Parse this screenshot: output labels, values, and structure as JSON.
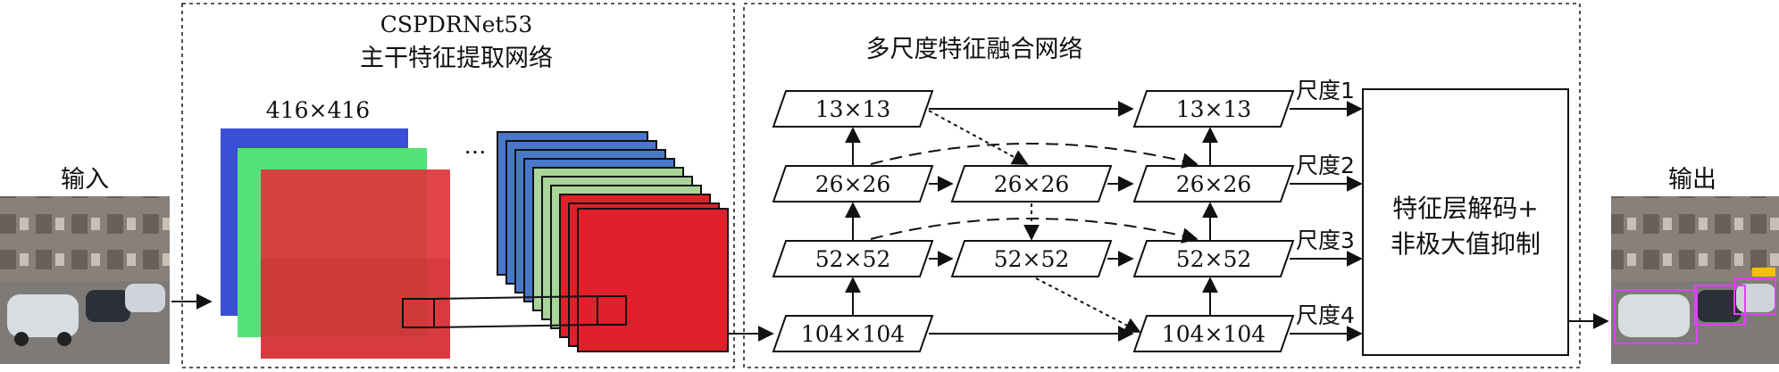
{
  "input_label": "输入",
  "output_label": "输出",
  "backbone": {
    "title_line1": "CSPDRNet53",
    "title_line2": "主干特征提取网络",
    "input_size": "416×416",
    "ellipsis": "…"
  },
  "fusion": {
    "title": "多尺度特征融合网络",
    "col1": [
      "13×13",
      "26×26",
      "52×52",
      "104×104"
    ],
    "col2": [
      "26×26",
      "52×52"
    ],
    "col3": [
      "13×13",
      "26×26",
      "52×52",
      "104×104"
    ]
  },
  "scales": [
    "尺度1",
    "尺度2",
    "尺度3",
    "尺度4"
  ],
  "decoder": {
    "line1": "特征层解码+",
    "line2": "非极大值抑制"
  },
  "colors": {
    "blue": "#3a4fd8",
    "green": "#52e27a",
    "red": "#e0202a",
    "stack_blue": "#4a78c8",
    "stack_green": "#a9d49a"
  }
}
